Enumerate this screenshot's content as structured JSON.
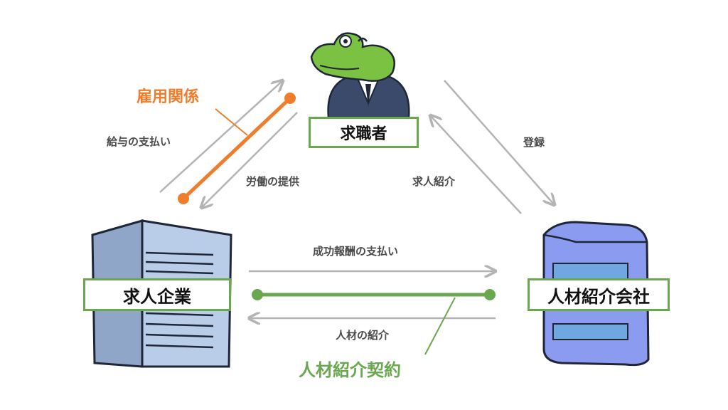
{
  "nodes": {
    "job_seeker": "求職者",
    "employer": "求人企業",
    "agency": "人材紹介会社"
  },
  "relations": {
    "employment": "雇用関係",
    "placement_contract": "人材紹介契約"
  },
  "flows": {
    "salary": "給与の支払い",
    "labor": "労働の提供",
    "register": "登録",
    "job_intro": "求人紹介",
    "success_fee": "成功報酬の支払い",
    "talent_intro": "人材の紹介"
  },
  "colors": {
    "employment": "#f07d2c",
    "contract": "#6aa84f",
    "arrow": "#b4b4b4",
    "building_light": "#b9cde8",
    "building_dark": "#8fa6c8",
    "agency_building": "#8b9cf0",
    "frog": "#7cc242",
    "suit": "#3b4a6b"
  },
  "icons": [
    "frog-character-icon",
    "office-building-icon",
    "agency-building-icon"
  ]
}
